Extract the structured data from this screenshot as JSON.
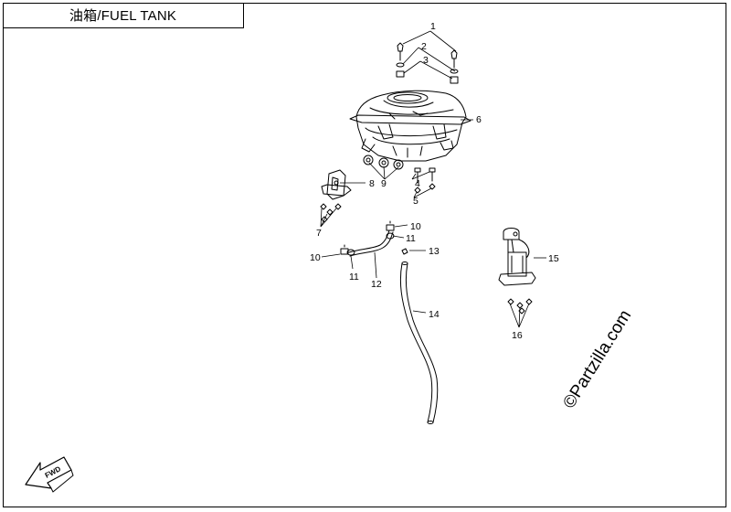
{
  "title": "油箱/FUEL TANK",
  "callouts": {
    "c1": "1",
    "c2": "2",
    "c3": "3",
    "c4": "4",
    "c5": "5",
    "c6": "6",
    "c7": "7",
    "c8": "8",
    "c9": "9",
    "c10a": "10",
    "c10b": "10",
    "c11a": "11",
    "c11b": "11",
    "c12": "12",
    "c13": "13",
    "c14": "14",
    "c15": "15",
    "c16": "16"
  },
  "watermark": "©Partzilla.com",
  "fwd_label": "FWD"
}
